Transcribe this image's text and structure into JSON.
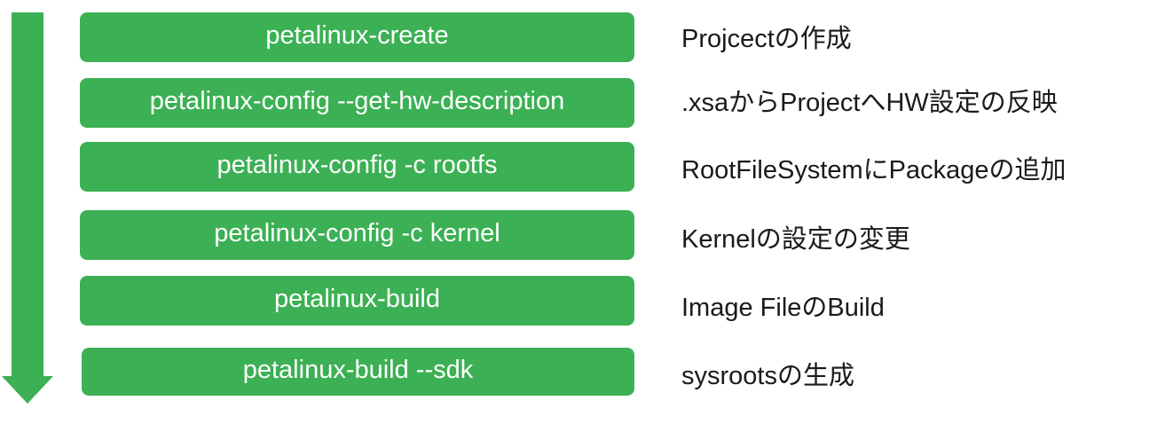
{
  "colors": {
    "accent_green": "#3cb054",
    "box_text": "#ffffff",
    "desc_text": "#1a1a1a"
  },
  "steps": [
    {
      "command": "petalinux-create",
      "description": "Projcectの作成"
    },
    {
      "command": "petalinux-config --get-hw-description",
      "description": ".xsaからProjectへHW設定の反映"
    },
    {
      "command": "petalinux-config -c rootfs",
      "description": "RootFileSystemにPackageの追加"
    },
    {
      "command": "petalinux-config -c kernel",
      "description": "Kernelの設定の変更"
    },
    {
      "command": "petalinux-build",
      "description": "Image FileのBuild"
    },
    {
      "command": "petalinux-build --sdk",
      "description": "sysrootsの生成"
    }
  ]
}
